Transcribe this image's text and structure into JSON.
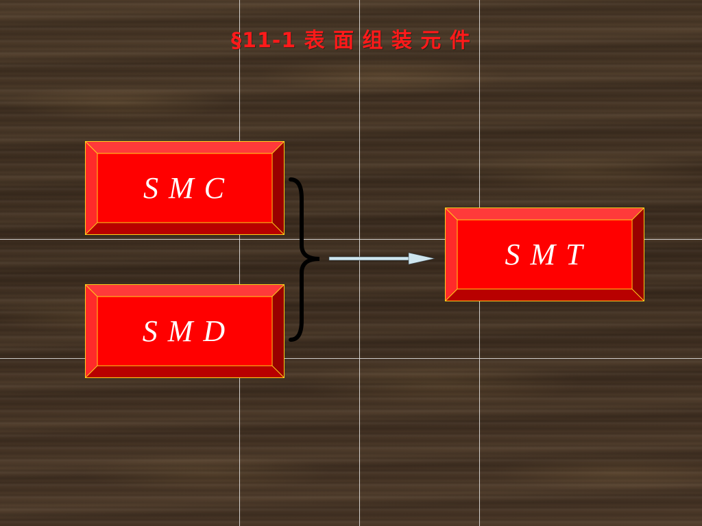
{
  "slide": {
    "title": "§11-1  表 面 组 装 元 件",
    "left_boxes": [
      {
        "label": "S M C"
      },
      {
        "label": "S M D"
      }
    ],
    "result_box": {
      "label": "S M T"
    }
  },
  "colors": {
    "background_wood": "#3e2e20",
    "grid_lines": "#ebebeb",
    "title_red": "#ff1a1a",
    "box_face": "#ff0000",
    "box_bevel_light": "#ff3a3a",
    "box_bevel_dark": "#990000",
    "box_outline": "#ffd21a",
    "box_text": "#ffffff",
    "brace": "#000000",
    "arrow": "#cfe6ef"
  }
}
